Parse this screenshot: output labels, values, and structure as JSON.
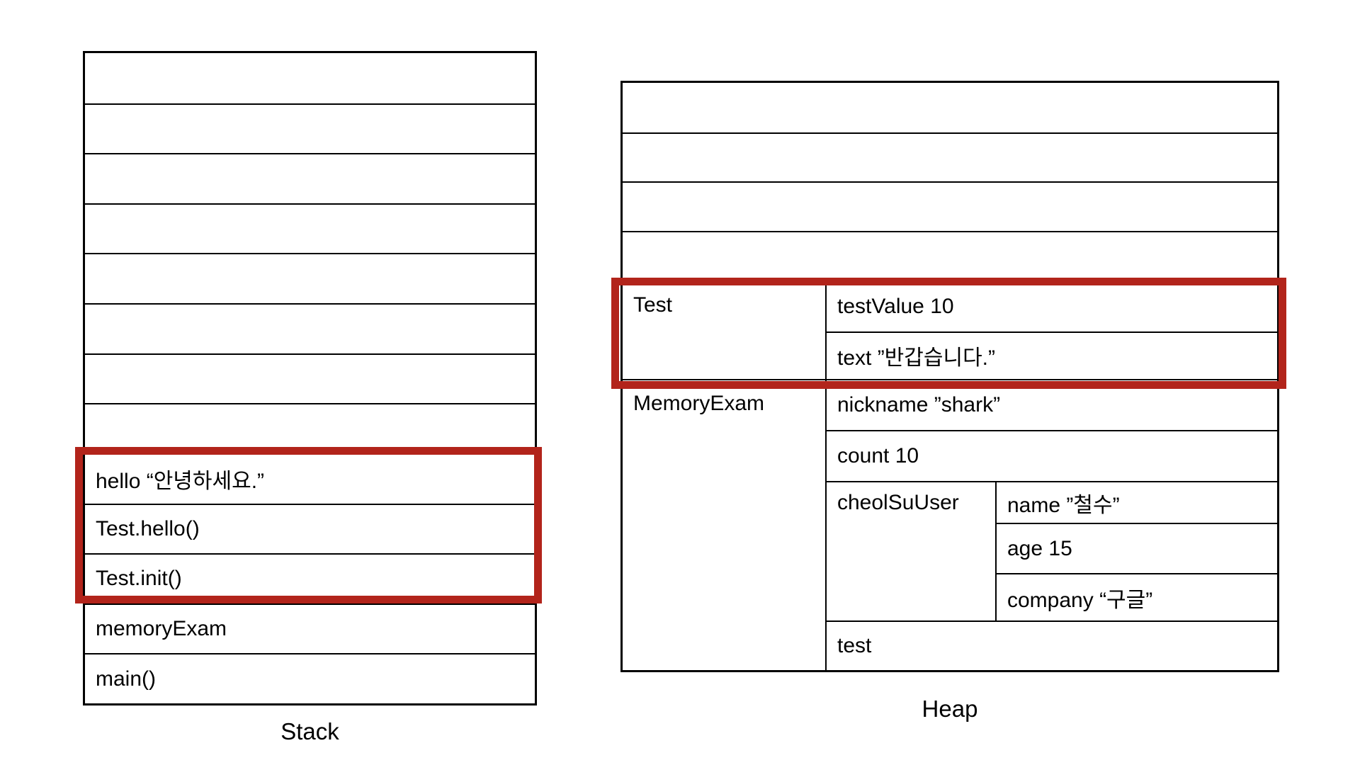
{
  "colors": {
    "background": "#FFFFFF",
    "table_border": "#000000",
    "text": "#000000",
    "highlight_red": "#B2241B"
  },
  "stack": {
    "caption": "Stack",
    "empty_row_count": 8,
    "frames": [
      "hello “안녕하세요.”",
      "Test.hello()",
      "Test.init()",
      "memoryExam",
      "main()"
    ],
    "highlighted_frames": [
      "hello “안녕하세요.”",
      "Test.hello()",
      "Test.init()"
    ]
  },
  "heap": {
    "caption": "Heap",
    "empty_row_count": 4,
    "objects": [
      {
        "name": "Test",
        "highlighted": true,
        "fields": [
          "testValue 10",
          "text ”반갑습니다.”"
        ]
      },
      {
        "name": "MemoryExam",
        "highlighted": false,
        "fields": [
          "nickname ”shark”",
          "count 10"
        ],
        "nested_object": {
          "name": "cheolSuUser",
          "fields": [
            "name ”철수”",
            "age 15",
            "company “구글”"
          ]
        },
        "trailing_fields": [
          "test"
        ]
      }
    ]
  }
}
